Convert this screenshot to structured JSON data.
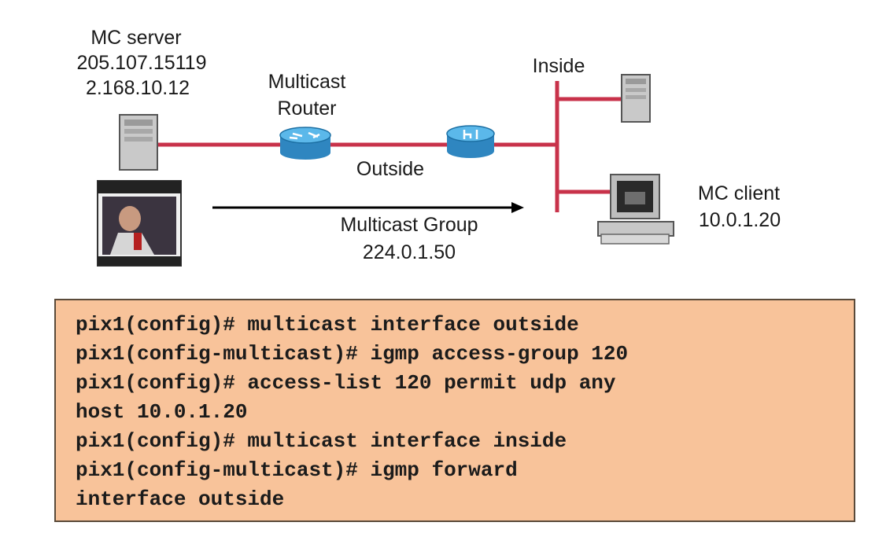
{
  "server": {
    "title": "MC server",
    "ip1": "205.107.15119",
    "ip2": "2.168.10.12"
  },
  "router": {
    "line1": "Multicast",
    "line2": "Router"
  },
  "outside_label": "Outside",
  "inside_label": "Inside",
  "client": {
    "title": "MC client",
    "ip": "10.0.1.20"
  },
  "group": {
    "title": "Multicast Group",
    "ip": "224.0.1.50"
  },
  "config_lines": [
    "pix1(config)# multicast interface outside",
    "pix1(config-multicast)# igmp access-group 120",
    "pix1(config)# access-list 120 permit udp any",
    "host 10.0.1.20",
    "pix1(config)# multicast interface inside",
    "pix1(config-multicast)# igmp forward",
    "interface outside"
  ],
  "colors": {
    "link": "#c8324a",
    "device_blue": "#3aa0d8",
    "box_fill": "#f8c39a"
  }
}
